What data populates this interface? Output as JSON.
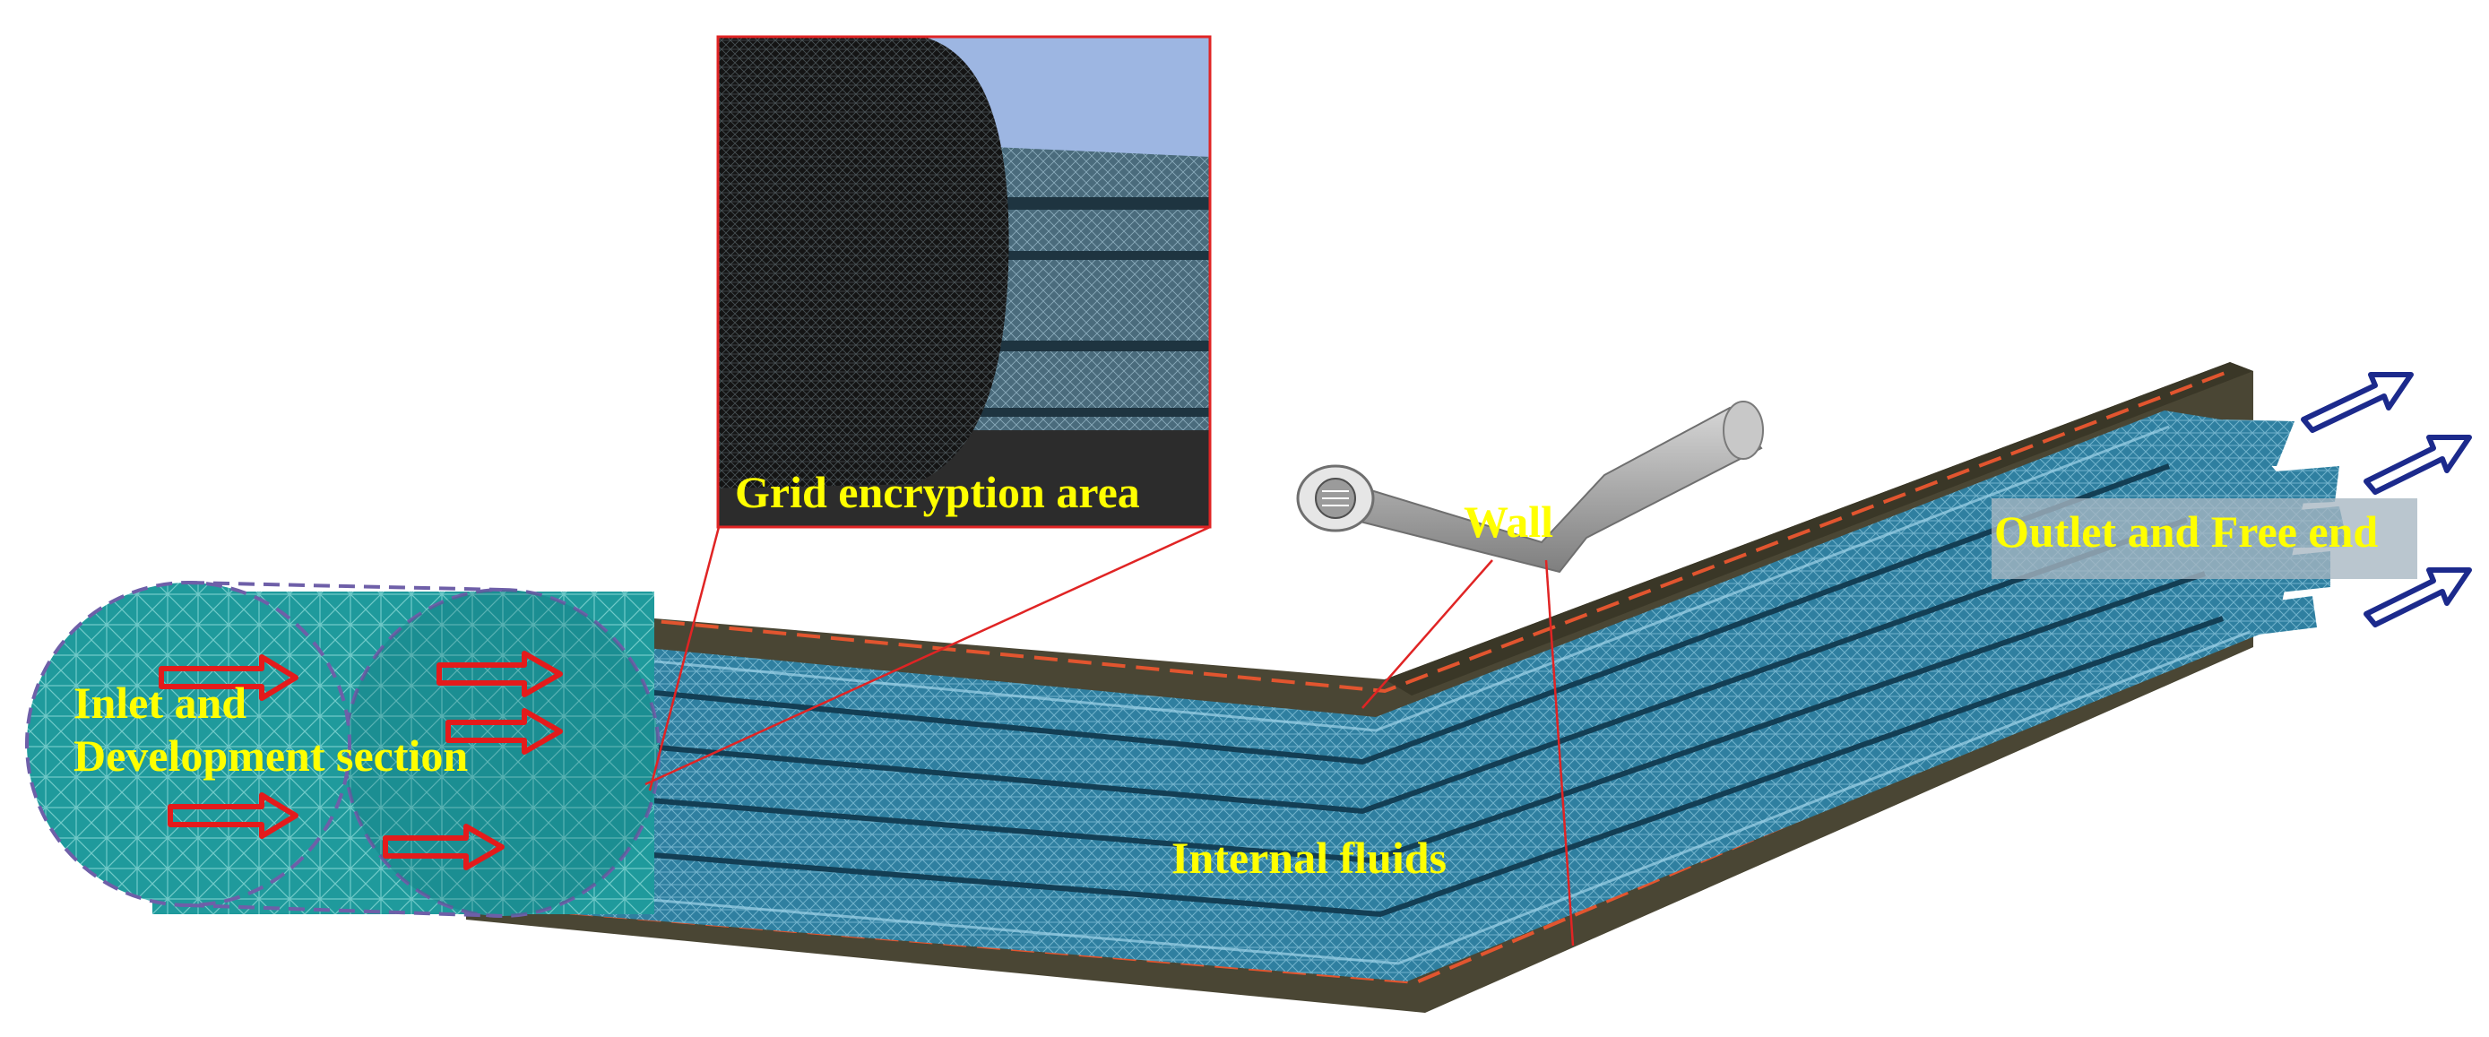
{
  "labels": {
    "grid_area": "Grid encryption area",
    "wall": "Wall",
    "outlet": "Outlet and Free end",
    "inlet_line1": "Inlet and",
    "inlet_line2": "Development section",
    "internal": "Internal fluids"
  },
  "colors": {
    "label_text": "#ffff00",
    "mesh_fluid": "#2f7fa0",
    "mesh_inlet": "#1f9a9c",
    "wall_plate": "#4a4634",
    "inlet_arrows": "#e41b1b",
    "outlet_arrows": "#1c2a8c",
    "callout_lines": "#e02424",
    "inset_sky": "#9db6e2"
  }
}
